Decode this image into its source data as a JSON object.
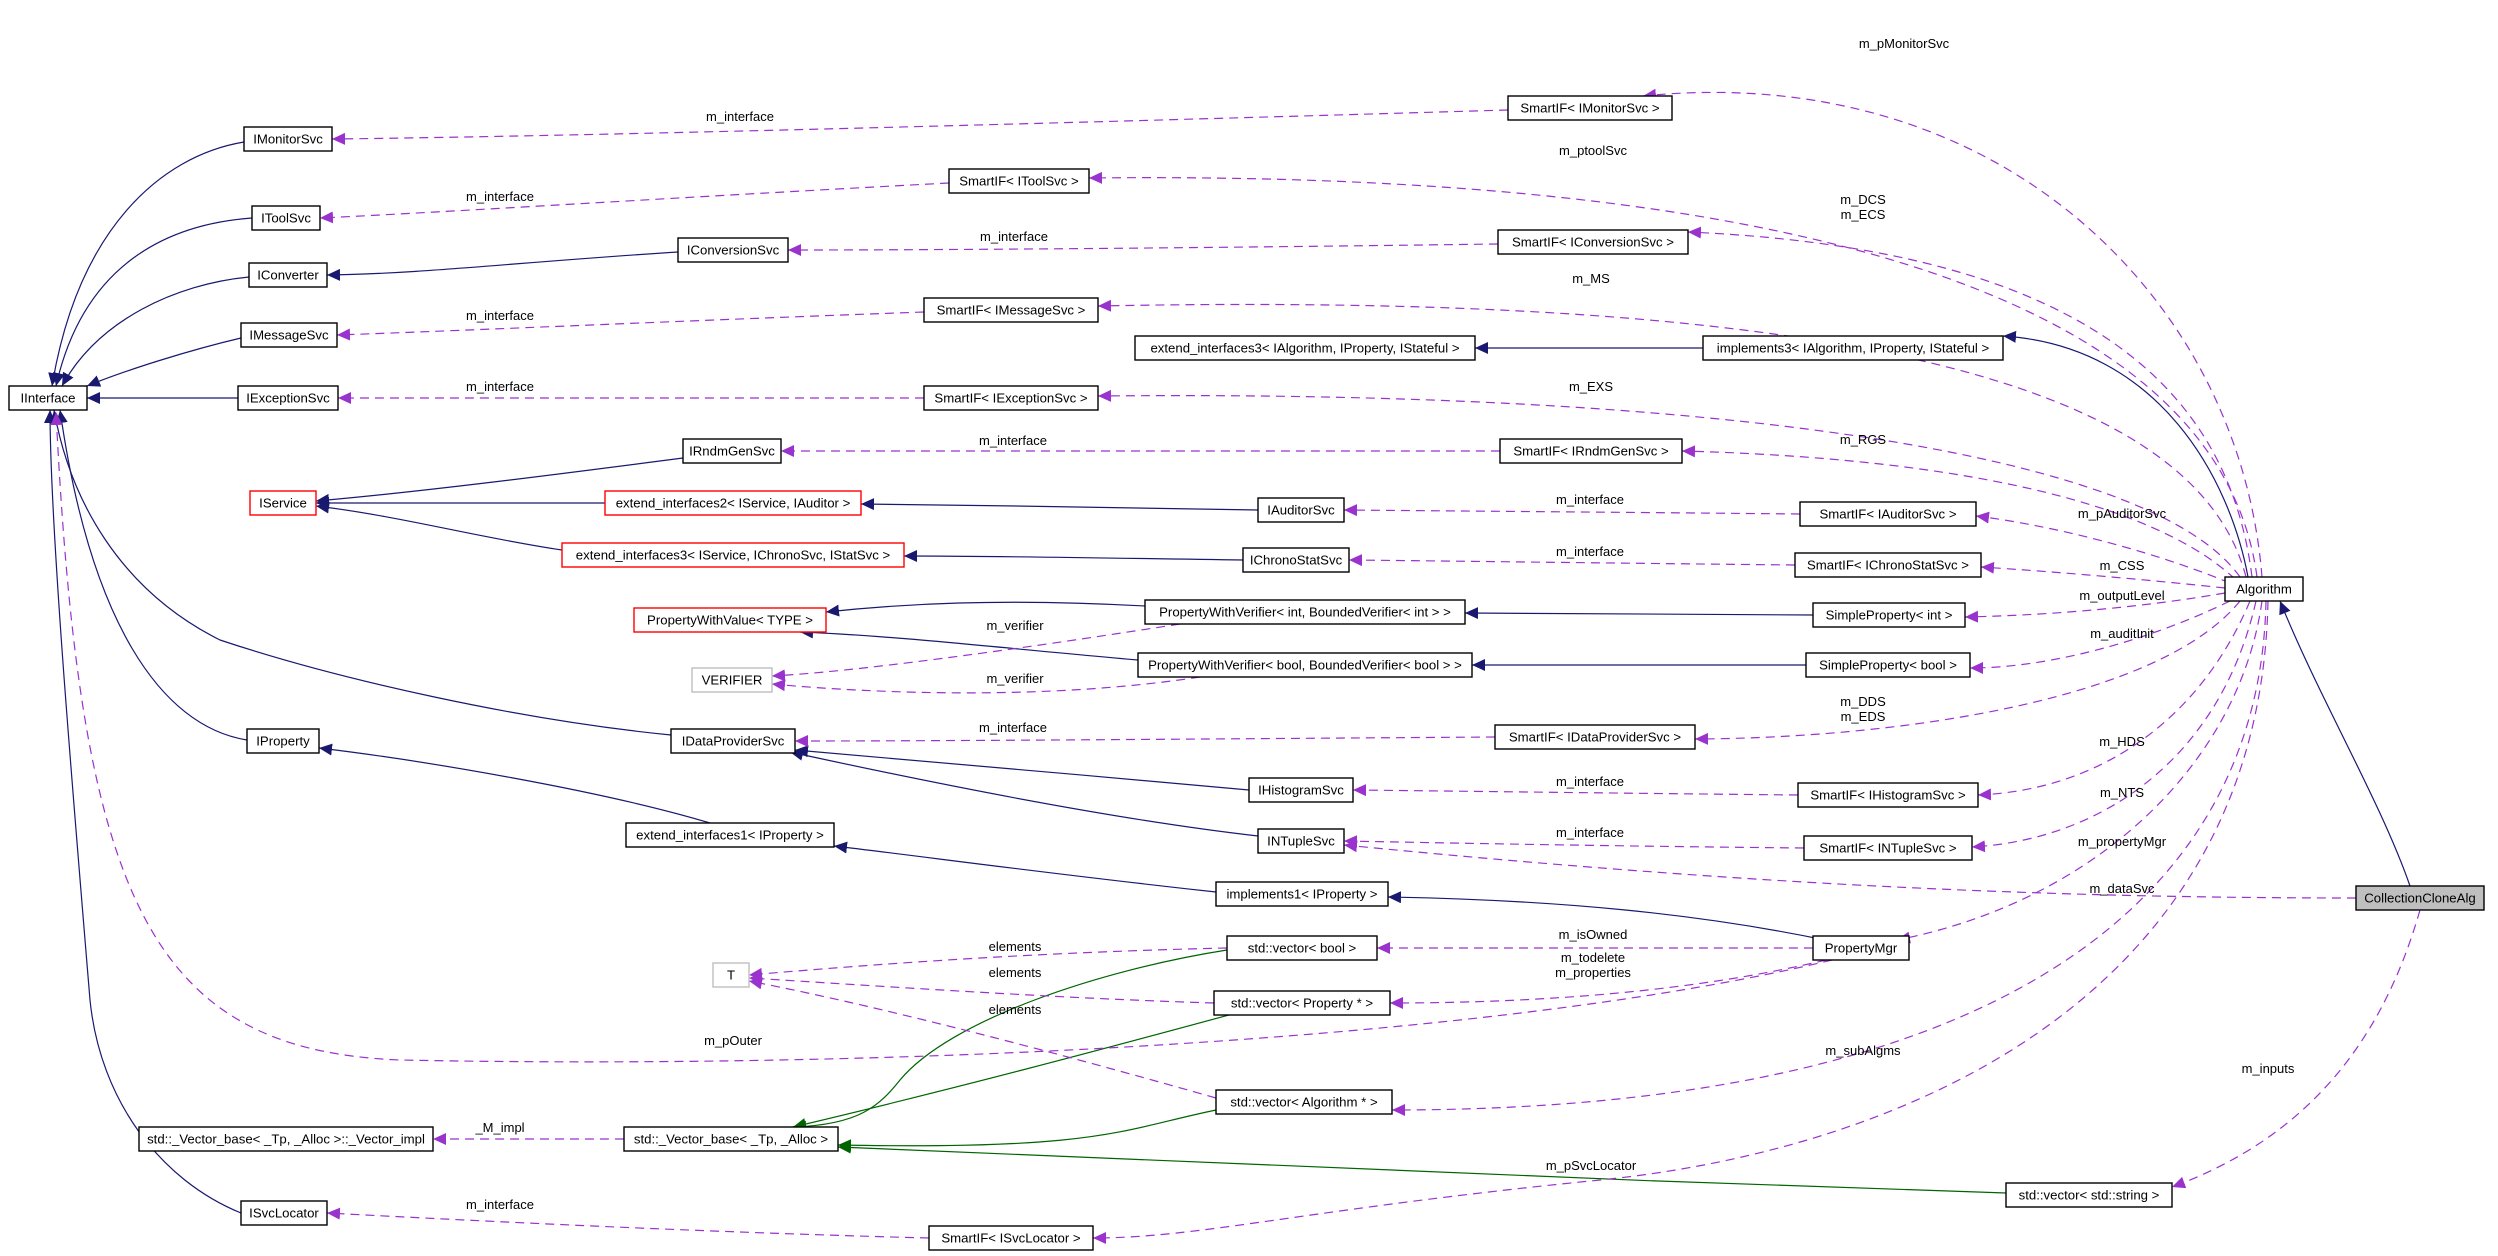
{
  "colors": {
    "inheritance": "#191970",
    "usage": "#9a32cd",
    "template": "#006400",
    "node_border": "#000000",
    "node_border_incomplete": "#ff0000",
    "node_border_undocumented": "#bfbfbf",
    "highlight_fill": "#bfbfbf"
  },
  "nodes": [
    {
      "id": "IInterface",
      "label": "IInterface"
    },
    {
      "id": "IMonitorSvc",
      "label": "IMonitorSvc"
    },
    {
      "id": "IToolSvc",
      "label": "IToolSvc"
    },
    {
      "id": "IConverter",
      "label": "IConverter"
    },
    {
      "id": "IMessageSvc",
      "label": "IMessageSvc"
    },
    {
      "id": "IExceptionSvc",
      "label": "IExceptionSvc"
    },
    {
      "id": "IProperty",
      "label": "IProperty"
    },
    {
      "id": "ISvcLocator",
      "label": "ISvcLocator"
    },
    {
      "id": "IService",
      "label": "IService",
      "style": "incomplete"
    },
    {
      "id": "PropertyWithValue",
      "label": "PropertyWithValue< TYPE >",
      "style": "incomplete"
    },
    {
      "id": "VERIFIER",
      "label": "VERIFIER",
      "style": "undocumented"
    },
    {
      "id": "T",
      "label": "T",
      "style": "undocumented"
    },
    {
      "id": "VectorImpl",
      "label": "std::_Vector_base< _Tp, _Alloc >::_Vector_impl"
    },
    {
      "id": "IConversionSvc",
      "label": "IConversionSvc"
    },
    {
      "id": "IRndmGenSvc",
      "label": "IRndmGenSvc"
    },
    {
      "id": "ExtIf2",
      "label": "extend_interfaces2< IService, IAuditor >",
      "style": "incomplete"
    },
    {
      "id": "ExtIf3Svc",
      "label": "extend_interfaces3< IService, IChronoSvc, IStatSvc >",
      "style": "incomplete"
    },
    {
      "id": "IDataProviderSvc",
      "label": "IDataProviderSvc"
    },
    {
      "id": "ExtIf1",
      "label": "extend_interfaces1< IProperty >"
    },
    {
      "id": "VectorBase",
      "label": "std::_Vector_base< _Tp, _Alloc >"
    },
    {
      "id": "SmartIFMonitor",
      "label": "SmartIF< IMonitorSvc >"
    },
    {
      "id": "SmartIFTool",
      "label": "SmartIF< IToolSvc >"
    },
    {
      "id": "SmartIFMessage",
      "label": "SmartIF< IMessageSvc >"
    },
    {
      "id": "SmartIFException",
      "label": "SmartIF< IExceptionSvc >"
    },
    {
      "id": "SmartIFSvcLocator",
      "label": "SmartIF< ISvcLocator >"
    },
    {
      "id": "ExtIf3Alg",
      "label": "extend_interfaces3< IAlgorithm, IProperty, IStateful >"
    },
    {
      "id": "PWVInt",
      "label": "PropertyWithVerifier< int, BoundedVerifier< int > >"
    },
    {
      "id": "PWVBool",
      "label": "PropertyWithVerifier< bool, BoundedVerifier< bool > >"
    },
    {
      "id": "VecBool",
      "label": "std::vector< bool >"
    },
    {
      "id": "VecProperty",
      "label": "std::vector< Property * >"
    },
    {
      "id": "VecAlgorithm",
      "label": "std::vector< Algorithm * >"
    },
    {
      "id": "IAuditorSvc",
      "label": "IAuditorSvc"
    },
    {
      "id": "IChronoStatSvc",
      "label": "IChronoStatSvc"
    },
    {
      "id": "IHistogramSvc",
      "label": "IHistogramSvc"
    },
    {
      "id": "INTupleSvc",
      "label": "INTupleSvc"
    },
    {
      "id": "Impl1",
      "label": "implements1< IProperty >"
    },
    {
      "id": "SmartIFConversion",
      "label": "SmartIF< IConversionSvc >"
    },
    {
      "id": "SmartIFRndm",
      "label": "SmartIF< IRndmGenSvc >"
    },
    {
      "id": "SmartIFDataProvider",
      "label": "SmartIF< IDataProviderSvc >"
    },
    {
      "id": "Impl3",
      "label": "implements3< IAlgorithm, IProperty, IStateful >"
    },
    {
      "id": "SmartIFAuditor",
      "label": "SmartIF< IAuditorSvc >"
    },
    {
      "id": "SmartIFChrono",
      "label": "SmartIF< IChronoStatSvc >"
    },
    {
      "id": "SimpleInt",
      "label": "SimpleProperty< int >"
    },
    {
      "id": "SimpleBool",
      "label": "SimpleProperty< bool >"
    },
    {
      "id": "SmartIFHistogram",
      "label": "SmartIF< IHistogramSvc >"
    },
    {
      "id": "SmartIFNTuple",
      "label": "SmartIF< INTupleSvc >"
    },
    {
      "id": "PropertyMgr",
      "label": "PropertyMgr"
    },
    {
      "id": "VecString",
      "label": "std::vector< std::string >"
    },
    {
      "id": "Algorithm",
      "label": "Algorithm"
    },
    {
      "id": "CollectionCloneAlg",
      "label": "CollectionCloneAlg",
      "style": "highlight"
    }
  ],
  "edges": [
    {
      "from": "IMonitorSvc",
      "to": "IInterface",
      "kind": "inheritance"
    },
    {
      "from": "IToolSvc",
      "to": "IInterface",
      "kind": "inheritance"
    },
    {
      "from": "IConverter",
      "to": "IInterface",
      "kind": "inheritance"
    },
    {
      "from": "IMessageSvc",
      "to": "IInterface",
      "kind": "inheritance"
    },
    {
      "from": "IExceptionSvc",
      "to": "IInterface",
      "kind": "inheritance"
    },
    {
      "from": "IProperty",
      "to": "IInterface",
      "kind": "inheritance"
    },
    {
      "from": "ISvcLocator",
      "to": "IInterface",
      "kind": "inheritance"
    },
    {
      "from": "IDataProviderSvc",
      "to": "IInterface",
      "kind": "inheritance"
    },
    {
      "from": "IConversionSvc",
      "to": "IConverter",
      "kind": "inheritance"
    },
    {
      "from": "IRndmGenSvc",
      "to": "IService",
      "kind": "inheritance"
    },
    {
      "from": "ExtIf2",
      "to": "IService",
      "kind": "inheritance"
    },
    {
      "from": "ExtIf3Svc",
      "to": "IService",
      "kind": "inheritance"
    },
    {
      "from": "IAuditorSvc",
      "to": "ExtIf2",
      "kind": "inheritance"
    },
    {
      "from": "IChronoStatSvc",
      "to": "ExtIf3Svc",
      "kind": "inheritance"
    },
    {
      "from": "PWVInt",
      "to": "PropertyWithValue",
      "kind": "inheritance"
    },
    {
      "from": "PWVBool",
      "to": "PropertyWithValue",
      "kind": "inheritance"
    },
    {
      "from": "SimpleInt",
      "to": "PWVInt",
      "kind": "inheritance"
    },
    {
      "from": "SimpleBool",
      "to": "PWVBool",
      "kind": "inheritance"
    },
    {
      "from": "IHistogramSvc",
      "to": "IDataProviderSvc",
      "kind": "inheritance"
    },
    {
      "from": "INTupleSvc",
      "to": "IDataProviderSvc",
      "kind": "inheritance"
    },
    {
      "from": "ExtIf1",
      "to": "IProperty",
      "kind": "inheritance"
    },
    {
      "from": "Impl1",
      "to": "ExtIf1",
      "kind": "inheritance"
    },
    {
      "from": "PropertyMgr",
      "to": "Impl1",
      "kind": "inheritance"
    },
    {
      "from": "Impl3",
      "to": "ExtIf3Alg",
      "kind": "inheritance"
    },
    {
      "from": "Algorithm",
      "to": "Impl3",
      "kind": "inheritance"
    },
    {
      "from": "CollectionCloneAlg",
      "to": "Algorithm",
      "kind": "inheritance"
    },
    {
      "from": "VecBool",
      "to": "VectorBase",
      "kind": "template"
    },
    {
      "from": "VecProperty",
      "to": "VectorBase",
      "kind": "template"
    },
    {
      "from": "VecAlgorithm",
      "to": "VectorBase",
      "kind": "template"
    },
    {
      "from": "VecString",
      "to": "VectorBase",
      "kind": "template"
    },
    {
      "from": "SmartIFMonitor",
      "to": "IMonitorSvc",
      "kind": "usage",
      "label": "m_interface"
    },
    {
      "from": "SmartIFTool",
      "to": "IToolSvc",
      "kind": "usage",
      "label": "m_interface"
    },
    {
      "from": "SmartIFConversion",
      "to": "IConversionSvc",
      "kind": "usage",
      "label": "m_interface"
    },
    {
      "from": "SmartIFMessage",
      "to": "IMessageSvc",
      "kind": "usage",
      "label": "m_interface"
    },
    {
      "from": "SmartIFException",
      "to": "IExceptionSvc",
      "kind": "usage",
      "label": "m_interface"
    },
    {
      "from": "SmartIFRndm",
      "to": "IRndmGenSvc",
      "kind": "usage",
      "label": "m_interface"
    },
    {
      "from": "SmartIFAuditor",
      "to": "IAuditorSvc",
      "kind": "usage",
      "label": "m_interface"
    },
    {
      "from": "SmartIFChrono",
      "to": "IChronoStatSvc",
      "kind": "usage",
      "label": "m_interface"
    },
    {
      "from": "SmartIFDataProvider",
      "to": "IDataProviderSvc",
      "kind": "usage",
      "label": "m_interface"
    },
    {
      "from": "SmartIFHistogram",
      "to": "IHistogramSvc",
      "kind": "usage",
      "label": "m_interface"
    },
    {
      "from": "SmartIFNTuple",
      "to": "INTupleSvc",
      "kind": "usage",
      "label": "m_interface"
    },
    {
      "from": "SmartIFSvcLocator",
      "to": "ISvcLocator",
      "kind": "usage",
      "label": "m_interface"
    },
    {
      "from": "PWVInt",
      "to": "VERIFIER",
      "kind": "usage",
      "label": "m_verifier"
    },
    {
      "from": "PWVBool",
      "to": "VERIFIER",
      "kind": "usage",
      "label": "m_verifier"
    },
    {
      "from": "VecBool",
      "to": "T",
      "kind": "usage",
      "label": "elements"
    },
    {
      "from": "VecProperty",
      "to": "T",
      "kind": "usage",
      "label": "elements"
    },
    {
      "from": "VecAlgorithm",
      "to": "T",
      "kind": "usage",
      "label": "elements"
    },
    {
      "from": "VectorBase",
      "to": "VectorImpl",
      "kind": "usage",
      "label": "_M_impl"
    },
    {
      "from": "PropertyMgr",
      "to": "VecBool",
      "kind": "usage",
      "label": "m_isOwned"
    },
    {
      "from": "PropertyMgr",
      "to": "VecProperty",
      "kind": "usage",
      "label": "m_todelete\nm_properties"
    },
    {
      "from": "PropertyMgr",
      "to": "IInterface",
      "kind": "usage",
      "label": "m_pOuter"
    },
    {
      "from": "Algorithm",
      "to": "SmartIFMonitor",
      "kind": "usage",
      "label": "m_pMonitorSvc"
    },
    {
      "from": "Algorithm",
      "to": "SmartIFTool",
      "kind": "usage",
      "label": "m_ptoolSvc"
    },
    {
      "from": "Algorithm",
      "to": "SmartIFConversion",
      "kind": "usage",
      "label": "m_DCS\nm_ECS"
    },
    {
      "from": "Algorithm",
      "to": "SmartIFMessage",
      "kind": "usage",
      "label": "m_MS"
    },
    {
      "from": "Algorithm",
      "to": "SmartIFException",
      "kind": "usage",
      "label": "m_EXS"
    },
    {
      "from": "Algorithm",
      "to": "SmartIFRndm",
      "kind": "usage",
      "label": "m_RGS"
    },
    {
      "from": "Algorithm",
      "to": "SmartIFAuditor",
      "kind": "usage",
      "label": "m_pAuditorSvc"
    },
    {
      "from": "Algorithm",
      "to": "SmartIFChrono",
      "kind": "usage",
      "label": "m_CSS"
    },
    {
      "from": "Algorithm",
      "to": "SimpleInt",
      "kind": "usage",
      "label": "m_outputLevel"
    },
    {
      "from": "Algorithm",
      "to": "SimpleBool",
      "kind": "usage",
      "label": "m_auditInit"
    },
    {
      "from": "Algorithm",
      "to": "SmartIFDataProvider",
      "kind": "usage",
      "label": "m_DDS\nm_EDS"
    },
    {
      "from": "Algorithm",
      "to": "SmartIFHistogram",
      "kind": "usage",
      "label": "m_HDS"
    },
    {
      "from": "Algorithm",
      "to": "SmartIFNTuple",
      "kind": "usage",
      "label": "m_NTS"
    },
    {
      "from": "Algorithm",
      "to": "PropertyMgr",
      "kind": "usage",
      "label": "m_propertyMgr"
    },
    {
      "from": "Algorithm",
      "to": "VecAlgorithm",
      "kind": "usage",
      "label": "m_subAlgms"
    },
    {
      "from": "Algorithm",
      "to": "SmartIFSvcLocator",
      "kind": "usage",
      "label": "m_pSvcLocator"
    },
    {
      "from": "CollectionCloneAlg",
      "to": "INTupleSvc",
      "kind": "usage",
      "label": "m_dataSvc"
    },
    {
      "from": "CollectionCloneAlg",
      "to": "VecString",
      "kind": "usage",
      "label": "m_inputs"
    }
  ]
}
